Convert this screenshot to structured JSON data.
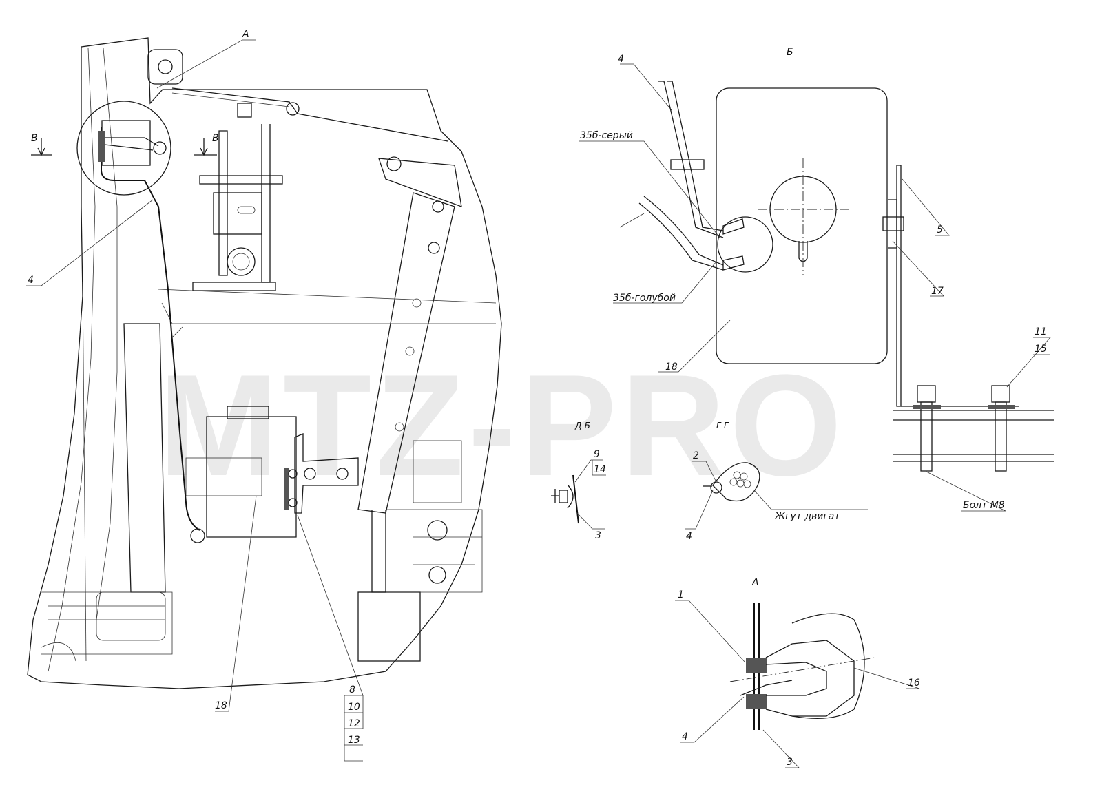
{
  "watermark": "MTZ-PRO",
  "views": {
    "view_b_title": "Б",
    "view_a_title": "А",
    "section_v": "В",
    "section_g": "Г-Г",
    "section_ee": "Д-Б"
  },
  "callouts": {
    "a_marker": "А",
    "c4_left": "4",
    "c18_left": "18",
    "c8": "8",
    "c10": "10",
    "c12": "12",
    "c13": "13",
    "c4_b": "4",
    "c5": "5",
    "c17": "17",
    "c11": "11",
    "c15": "15",
    "c18_b": "18",
    "c9": "9",
    "c14": "14",
    "c3_mid": "3",
    "c2": "2",
    "c4_g": "4",
    "c1": "1",
    "c4_a": "4",
    "c3_a": "3",
    "c16": "16"
  },
  "wire_labels": {
    "wire_gray": "35б-серый",
    "wire_blue": "35б-голубой",
    "harness": "Жгут двигат",
    "bolt": "Болт М8"
  }
}
